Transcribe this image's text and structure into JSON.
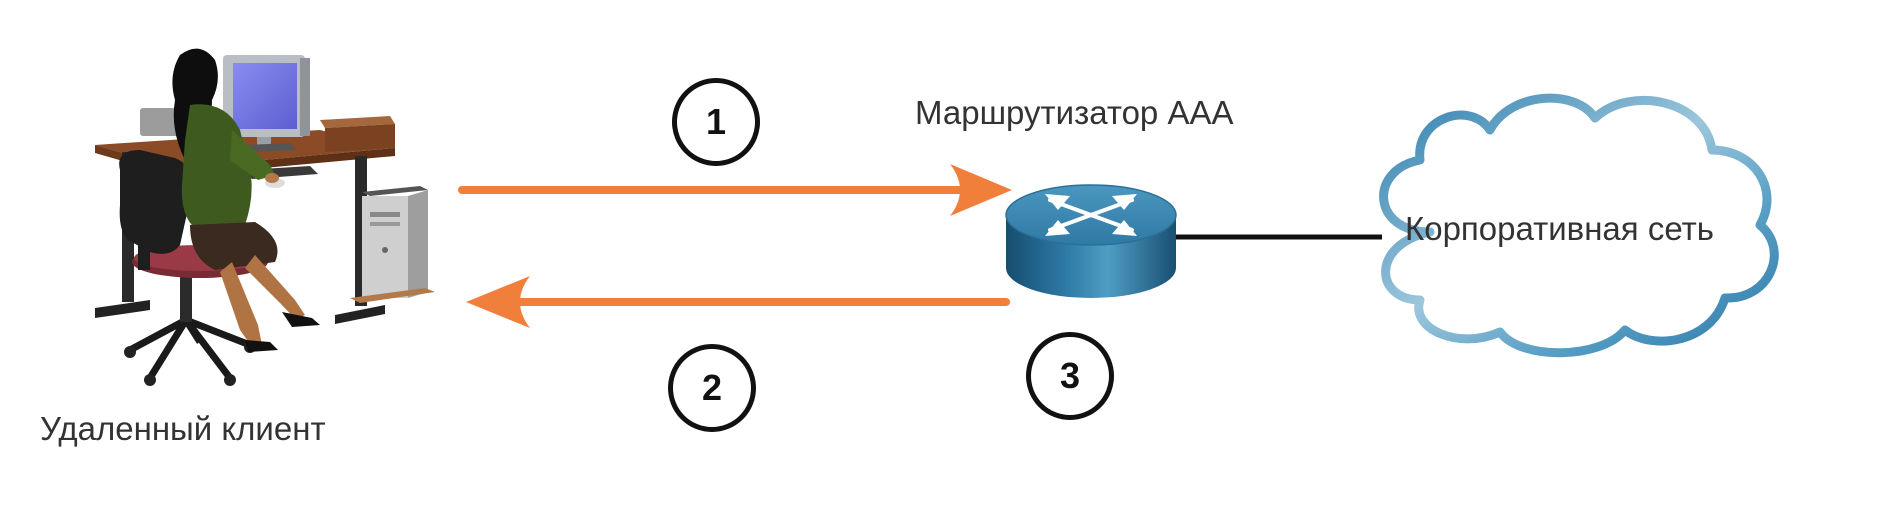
{
  "nodes": {
    "client": {
      "label": "Удаленный клиент",
      "icon": "remote-user-workstation-icon"
    },
    "router": {
      "label": "Маршрутизатор AAA",
      "icon": "router-icon"
    },
    "network": {
      "label": "Корпоративная сеть",
      "icon": "cloud-icon"
    }
  },
  "steps": [
    {
      "number": "1",
      "direction": "client-to-router"
    },
    {
      "number": "2",
      "direction": "router-to-client"
    },
    {
      "number": "3",
      "direction": "router-local"
    }
  ],
  "colors": {
    "arrow": "#F07F3C",
    "router_top": "#3F8DB5",
    "router_side": "#1F5F86",
    "cloud_stroke": "#3C88B4",
    "cloud_light": "#A7CDE0",
    "link": "#111111",
    "badge_border": "#111111",
    "text": "#333333"
  }
}
